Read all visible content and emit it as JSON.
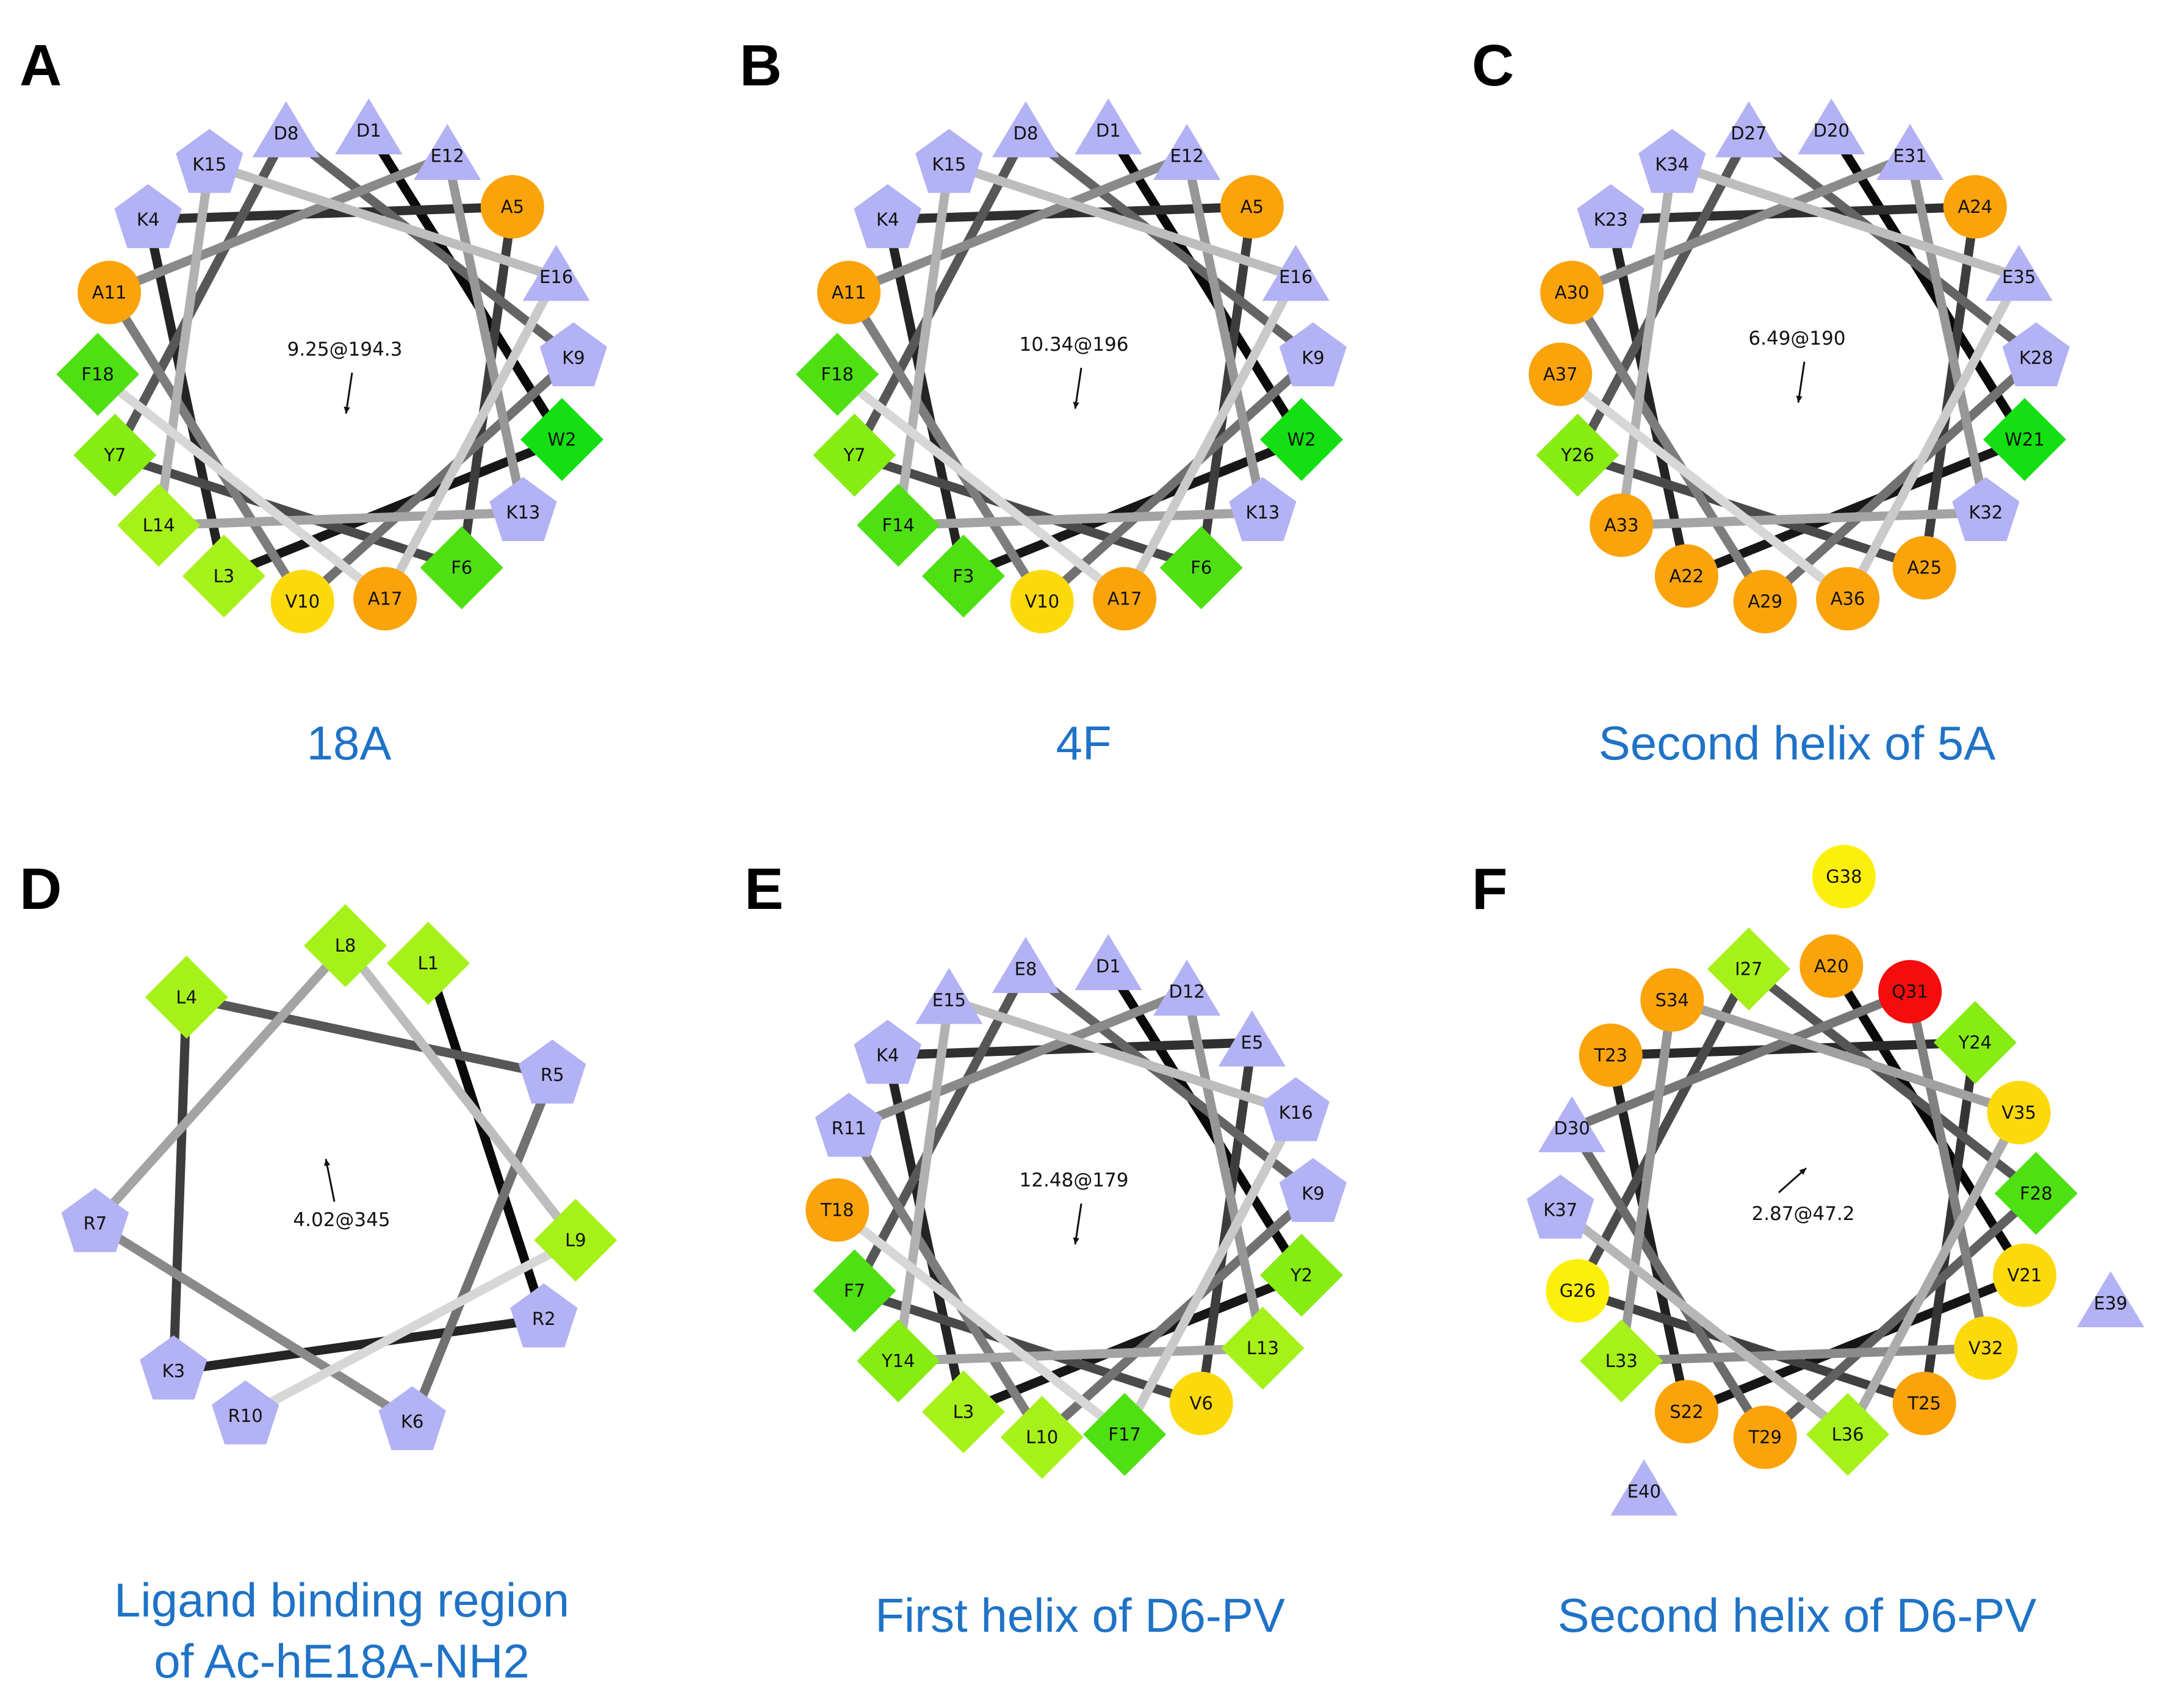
{
  "panels": [
    {
      "letter": "A",
      "caption": [
        "18A"
      ],
      "moment": "9.25@194.3",
      "residues": [
        {
          "label": "D1",
          "shape": "triangle",
          "color": "#b2b2f4"
        },
        {
          "label": "W2",
          "shape": "diamond",
          "color": "#13df13"
        },
        {
          "label": "L3",
          "shape": "diamond",
          "color": "#a6f11a"
        },
        {
          "label": "K4",
          "shape": "pentagon",
          "color": "#b2b2f4"
        },
        {
          "label": "A5",
          "shape": "circle",
          "color": "#fba30b"
        },
        {
          "label": "F6",
          "shape": "diamond",
          "color": "#4ee012"
        },
        {
          "label": "Y7",
          "shape": "diamond",
          "color": "#86ec12"
        },
        {
          "label": "D8",
          "shape": "triangle",
          "color": "#b2b2f4"
        },
        {
          "label": "K9",
          "shape": "pentagon",
          "color": "#b2b2f4"
        },
        {
          "label": "V10",
          "shape": "circle",
          "color": "#fcd90b"
        },
        {
          "label": "A11",
          "shape": "circle",
          "color": "#fba30b"
        },
        {
          "label": "E12",
          "shape": "triangle",
          "color": "#b2b2f4"
        },
        {
          "label": "K13",
          "shape": "pentagon",
          "color": "#b2b2f4"
        },
        {
          "label": "L14",
          "shape": "diamond",
          "color": "#a6f11a"
        },
        {
          "label": "K15",
          "shape": "pentagon",
          "color": "#b2b2f4"
        },
        {
          "label": "E16",
          "shape": "triangle",
          "color": "#b2b2f4"
        },
        {
          "label": "A17",
          "shape": "circle",
          "color": "#fba30b"
        },
        {
          "label": "F18",
          "shape": "diamond",
          "color": "#4ee012"
        }
      ]
    },
    {
      "letter": "B",
      "caption": [
        "4F"
      ],
      "moment": "10.34@196",
      "residues": [
        {
          "label": "D1",
          "shape": "triangle",
          "color": "#b2b2f4"
        },
        {
          "label": "W2",
          "shape": "diamond",
          "color": "#13df13"
        },
        {
          "label": "F3",
          "shape": "diamond",
          "color": "#4ee012"
        },
        {
          "label": "K4",
          "shape": "pentagon",
          "color": "#b2b2f4"
        },
        {
          "label": "A5",
          "shape": "circle",
          "color": "#fba30b"
        },
        {
          "label": "F6",
          "shape": "diamond",
          "color": "#4ee012"
        },
        {
          "label": "Y7",
          "shape": "diamond",
          "color": "#86ec12"
        },
        {
          "label": "D8",
          "shape": "triangle",
          "color": "#b2b2f4"
        },
        {
          "label": "K9",
          "shape": "pentagon",
          "color": "#b2b2f4"
        },
        {
          "label": "V10",
          "shape": "circle",
          "color": "#fcd90b"
        },
        {
          "label": "A11",
          "shape": "circle",
          "color": "#fba30b"
        },
        {
          "label": "E12",
          "shape": "triangle",
          "color": "#b2b2f4"
        },
        {
          "label": "K13",
          "shape": "pentagon",
          "color": "#b2b2f4"
        },
        {
          "label": "F14",
          "shape": "diamond",
          "color": "#4ee012"
        },
        {
          "label": "K15",
          "shape": "pentagon",
          "color": "#b2b2f4"
        },
        {
          "label": "E16",
          "shape": "triangle",
          "color": "#b2b2f4"
        },
        {
          "label": "A17",
          "shape": "circle",
          "color": "#fba30b"
        },
        {
          "label": "F18",
          "shape": "diamond",
          "color": "#4ee012"
        }
      ]
    },
    {
      "letter": "C",
      "caption": [
        "Second helix of 5A"
      ],
      "moment": "6.49@190",
      "residues": [
        {
          "label": "D20",
          "shape": "triangle",
          "color": "#b2b2f4"
        },
        {
          "label": "W21",
          "shape": "diamond",
          "color": "#13df13"
        },
        {
          "label": "A22",
          "shape": "circle",
          "color": "#fba30b"
        },
        {
          "label": "K23",
          "shape": "pentagon",
          "color": "#b2b2f4"
        },
        {
          "label": "A24",
          "shape": "circle",
          "color": "#fba30b"
        },
        {
          "label": "A25",
          "shape": "circle",
          "color": "#fba30b"
        },
        {
          "label": "Y26",
          "shape": "diamond",
          "color": "#86ec12"
        },
        {
          "label": "D27",
          "shape": "triangle",
          "color": "#b2b2f4"
        },
        {
          "label": "K28",
          "shape": "pentagon",
          "color": "#b2b2f4"
        },
        {
          "label": "A29",
          "shape": "circle",
          "color": "#fba30b"
        },
        {
          "label": "A30",
          "shape": "circle",
          "color": "#fba30b"
        },
        {
          "label": "E31",
          "shape": "triangle",
          "color": "#b2b2f4"
        },
        {
          "label": "K32",
          "shape": "pentagon",
          "color": "#b2b2f4"
        },
        {
          "label": "A33",
          "shape": "circle",
          "color": "#fba30b"
        },
        {
          "label": "K34",
          "shape": "pentagon",
          "color": "#b2b2f4"
        },
        {
          "label": "E35",
          "shape": "triangle",
          "color": "#b2b2f4"
        },
        {
          "label": "A36",
          "shape": "circle",
          "color": "#fba30b"
        },
        {
          "label": "A37",
          "shape": "circle",
          "color": "#fba30b"
        }
      ]
    },
    {
      "letter": "D",
      "caption": [
        "Ligand binding region",
        "of Ac-hE18A-NH2"
      ],
      "moment": "4.02@345",
      "residues": [
        {
          "label": "L1",
          "shape": "diamond",
          "color": "#a6f11a"
        },
        {
          "label": "R2",
          "shape": "pentagon",
          "color": "#b2b2f4"
        },
        {
          "label": "K3",
          "shape": "pentagon",
          "color": "#b2b2f4"
        },
        {
          "label": "L4",
          "shape": "diamond",
          "color": "#a6f11a"
        },
        {
          "label": "R5",
          "shape": "pentagon",
          "color": "#b2b2f4"
        },
        {
          "label": "K6",
          "shape": "pentagon",
          "color": "#b2b2f4"
        },
        {
          "label": "R7",
          "shape": "pentagon",
          "color": "#b2b2f4"
        },
        {
          "label": "L8",
          "shape": "diamond",
          "color": "#a6f11a"
        },
        {
          "label": "L9",
          "shape": "diamond",
          "color": "#a6f11a"
        },
        {
          "label": "R10",
          "shape": "pentagon",
          "color": "#b2b2f4"
        }
      ]
    },
    {
      "letter": "E",
      "caption": [
        "First helix of D6-PV"
      ],
      "moment": "12.48@179",
      "residues": [
        {
          "label": "D1",
          "shape": "triangle",
          "color": "#b2b2f4"
        },
        {
          "label": "Y2",
          "shape": "diamond",
          "color": "#86ec12"
        },
        {
          "label": "L3",
          "shape": "diamond",
          "color": "#a6f11a"
        },
        {
          "label": "K4",
          "shape": "pentagon",
          "color": "#b2b2f4"
        },
        {
          "label": "E5",
          "shape": "triangle",
          "color": "#b2b2f4"
        },
        {
          "label": "V6",
          "shape": "circle",
          "color": "#fcd90b"
        },
        {
          "label": "F7",
          "shape": "diamond",
          "color": "#4ee012"
        },
        {
          "label": "E8",
          "shape": "triangle",
          "color": "#b2b2f4"
        },
        {
          "label": "K9",
          "shape": "pentagon",
          "color": "#b2b2f4"
        },
        {
          "label": "L10",
          "shape": "diamond",
          "color": "#a6f11a"
        },
        {
          "label": "R11",
          "shape": "pentagon",
          "color": "#b2b2f4"
        },
        {
          "label": "D12",
          "shape": "triangle",
          "color": "#b2b2f4"
        },
        {
          "label": "L13",
          "shape": "diamond",
          "color": "#a6f11a"
        },
        {
          "label": "Y14",
          "shape": "diamond",
          "color": "#86ec12"
        },
        {
          "label": "E15",
          "shape": "triangle",
          "color": "#b2b2f4"
        },
        {
          "label": "K16",
          "shape": "pentagon",
          "color": "#b2b2f4"
        },
        {
          "label": "F17",
          "shape": "diamond",
          "color": "#4ee012"
        },
        {
          "label": "T18",
          "shape": "circle",
          "color": "#fba30b"
        }
      ]
    },
    {
      "letter": "F",
      "caption": [
        "Second helix of D6-PV"
      ],
      "moment": "2.87@47.2",
      "residues": [
        {
          "label": "A20",
          "shape": "circle",
          "color": "#fba30b"
        },
        {
          "label": "V21",
          "shape": "circle",
          "color": "#fcd90b"
        },
        {
          "label": "S22",
          "shape": "circle",
          "color": "#fba30b"
        },
        {
          "label": "T23",
          "shape": "circle",
          "color": "#fba30b"
        },
        {
          "label": "Y24",
          "shape": "diamond",
          "color": "#86ec12"
        },
        {
          "label": "T25",
          "shape": "circle",
          "color": "#fba30b"
        },
        {
          "label": "G26",
          "shape": "circle",
          "color": "#fcf00b"
        },
        {
          "label": "I27",
          "shape": "diamond",
          "color": "#a6f11a"
        },
        {
          "label": "F28",
          "shape": "diamond",
          "color": "#4ee012"
        },
        {
          "label": "T29",
          "shape": "circle",
          "color": "#fba30b"
        },
        {
          "label": "D30",
          "shape": "triangle",
          "color": "#b2b2f4"
        },
        {
          "label": "Q31",
          "shape": "circle",
          "color": "#f60c0c"
        },
        {
          "label": "V32",
          "shape": "circle",
          "color": "#fcd90b"
        },
        {
          "label": "L33",
          "shape": "diamond",
          "color": "#a6f11a"
        },
        {
          "label": "S34",
          "shape": "circle",
          "color": "#fba30b"
        },
        {
          "label": "V35",
          "shape": "circle",
          "color": "#fcd90b"
        },
        {
          "label": "L36",
          "shape": "diamond",
          "color": "#a6f11a"
        },
        {
          "label": "K37",
          "shape": "pentagon",
          "color": "#b2b2f4"
        },
        {
          "label": "G38",
          "shape": "circle",
          "color": "#fcf00b"
        },
        {
          "label": "E39",
          "shape": "triangle",
          "color": "#b2b2f4"
        },
        {
          "label": "E40",
          "shape": "triangle",
          "color": "#b2b2f4"
        }
      ]
    }
  ]
}
